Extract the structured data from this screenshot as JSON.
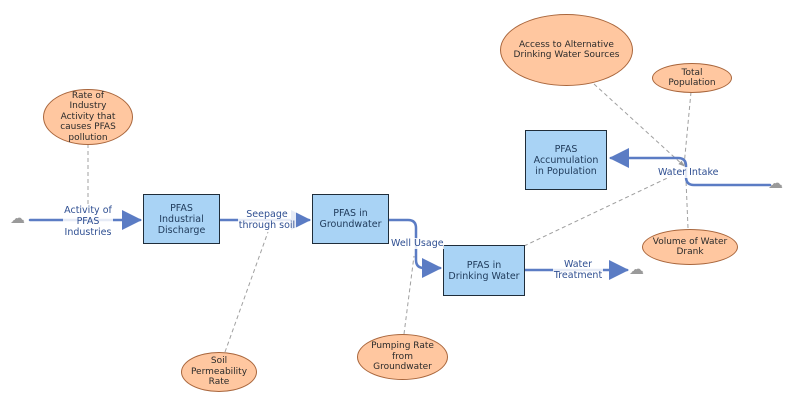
{
  "stocks": {
    "industrial_discharge": "PFAS Industrial Discharge",
    "groundwater": "PFAS in Groundwater",
    "drinking_water": "PFAS in Drinking Water",
    "accumulation": "PFAS Accumulation in Population"
  },
  "flows": {
    "activity": "Activity of PFAS Industries",
    "seepage": "Seepage through soil",
    "well_usage": "Well Usage",
    "water_treatment": "Water Treatment",
    "water_intake": "Water Intake"
  },
  "auxiliaries": {
    "industry_rate": "Rate of Industry Activity that causes PFAS pollution",
    "soil_permeability": "Soil Permeability Rate",
    "pumping_rate": "Pumping Rate from Groundwater",
    "alt_sources": "Access to Alternative Drinking Water Sources",
    "total_population": "Total Population",
    "volume_drank": "Volume of Water Drank"
  },
  "icons": {
    "source_cloud": "cloud-icon",
    "sink_cloud": "cloud-icon"
  },
  "colors": {
    "stock_fill": "#a9d3f5",
    "aux_fill": "#ffc7a0",
    "flow_pipe": "#5b7cc4",
    "link_line": "#a0a0a0"
  }
}
